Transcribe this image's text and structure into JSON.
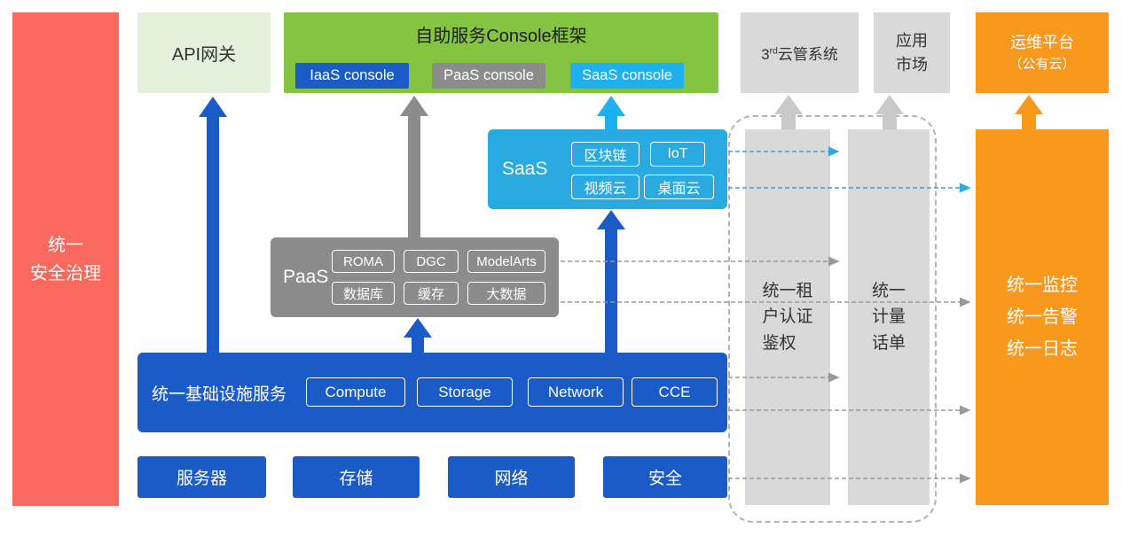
{
  "colors": {
    "red": "#F9695F",
    "light_green": "#E3F1DC",
    "green": "#85C441",
    "blue": "#1A5BC8",
    "gray": "#8C8C8C",
    "light_gray": "#D9D9D9",
    "cyan": "#29ABE2",
    "cyan2": "#1FB0F0",
    "orange": "#F8981D",
    "arrow_light_gray": "#C9C9C9",
    "dash_gray": "#999999"
  },
  "security_bar": {
    "line1": "统一",
    "line2": "安全治理"
  },
  "api_gateway": {
    "label": "API网关"
  },
  "console_frame": {
    "title": "自助服务Console框架",
    "iaas_console": "IaaS console",
    "paas_console": "PaaS console",
    "saas_console": "SaaS console"
  },
  "third_cloud": {
    "num": "3",
    "sup": "rd",
    "text": "云管系统"
  },
  "app_market": {
    "line1": "应用",
    "line2": "市场"
  },
  "om_platform": {
    "line1": "运维平台",
    "line2": "（公有云）"
  },
  "saas": {
    "label": "SaaS",
    "items": [
      "区块链",
      "IoT",
      "视频云",
      "桌面云"
    ]
  },
  "paas": {
    "label": "PaaS",
    "items": [
      "ROMA",
      "DGC",
      "ModelArts",
      "数据库",
      "缓存",
      "大数据"
    ]
  },
  "iaas": {
    "label": "统一基础设施服务",
    "items": [
      "Compute",
      "Storage",
      "Network",
      "CCE"
    ]
  },
  "infra_row": {
    "items": [
      "服务器",
      "存储",
      "网络",
      "安全"
    ]
  },
  "auth_bar": {
    "line1": "统一租",
    "line2": "户认证",
    "line3": "鉴权"
  },
  "metering_bar": {
    "line1": "统一",
    "line2": "计量",
    "line3": "话单"
  },
  "monitor_bar": {
    "line1": "统一监控",
    "line2": "统一告警",
    "line3": "统一日志"
  }
}
